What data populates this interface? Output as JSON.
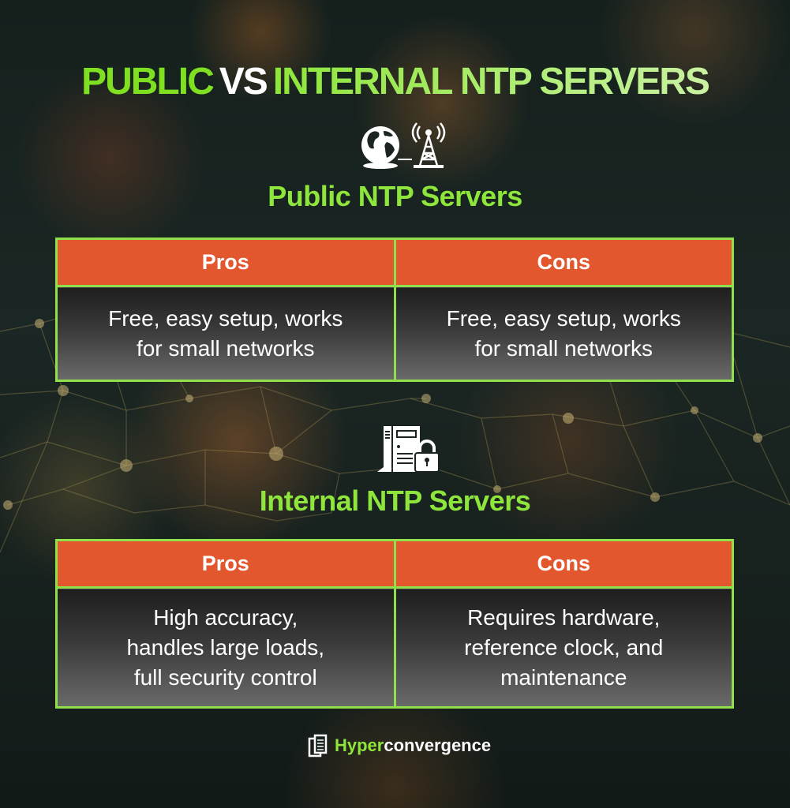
{
  "header": {
    "title_part1": "PUBLIC",
    "title_part2": "VS",
    "title_part3": "INTERNAL NTP SERVERS"
  },
  "sections": [
    {
      "icon": "globe-tower-icon",
      "title": "Public NTP Servers",
      "columns": [
        "Pros",
        "Cons"
      ],
      "cells": [
        "Free, easy setup, works\nfor small networks",
        "Free, easy setup, works\nfor small networks"
      ]
    },
    {
      "icon": "server-lock-icon",
      "title": "Internal NTP Servers",
      "columns": [
        "Pros",
        "Cons"
      ],
      "cells": [
        "High accuracy,\nhandles large loads,\nfull security control",
        "Requires hardware,\nreference clock, and\nmaintenance"
      ]
    }
  ],
  "footer": {
    "brand_part1": "Hyper",
    "brand_part2": "convergence",
    "brand_icon": "stacked-pages-icon"
  },
  "colors": {
    "accent_green": "#8ee53b",
    "header_orange": "#e2572e",
    "border_green": "#8fe04a",
    "background": "#18221f"
  }
}
